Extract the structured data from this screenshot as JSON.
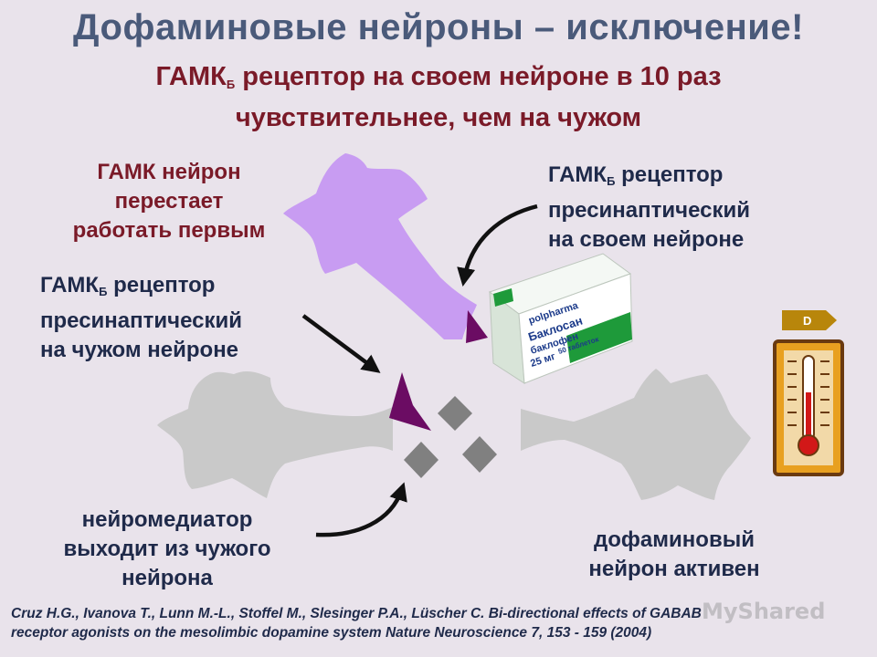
{
  "title": "Дофаминовые нейроны – исключение!",
  "subtitle": {
    "line1_a": "ГАМК",
    "line1_sub": "Б",
    "line1_b": " рецептор на своем нейроне в 10 раз",
    "line2": "чувствительнее, чем на чужом"
  },
  "labels": {
    "gaba_neuron": [
      "ГАМК нейрон",
      "перестает",
      "работать первым"
    ],
    "own_receptor": {
      "l1_a": "ГАМК",
      "l1_sub": "Б",
      "l1_b": " рецептор",
      "l2": "пресинаптический",
      "l3": "на своем нейроне"
    },
    "foreign_receptor": {
      "l1_a": "ГАМК",
      "l1_sub": "Б",
      "l1_b": " рецептор",
      "l2": "пресинаптический",
      "l3": "на чужом нейроне"
    },
    "neurotransmitter": [
      "нейромедиатор",
      "выходит из чужого",
      "нейрона"
    ],
    "dopamine_active": [
      "дофаминовый",
      "нейрон активен"
    ]
  },
  "drug_box": {
    "brand": "polpharma",
    "name": "Баклосан",
    "substance": "баклофен",
    "dose": "25 мг",
    "count": "50 таблеток"
  },
  "d_tag": "D",
  "citation": {
    "line1": "Cruz H.G., Ivanova T., Lunn M.-L., Stoffel M., Slesinger P.A., Lüscher C. Bi-directional effects of GABAB",
    "line2": "receptor agonists on the mesolimbic dopamine system Nature Neuroscience 7, 153 - 159 (2004)"
  },
  "watermark": "MyShared",
  "colors": {
    "background": "#e9e3eb",
    "title": "#4a5a7a",
    "accent_red": "#7a1a28",
    "text_navy": "#1f2a4a",
    "gaba_neuron": "#c89cf2",
    "grey_neuron": "#c9c9c9",
    "receptor": "#6b0c63",
    "neurotransmitter": "#808080",
    "thermo_frame": "#6a3a10",
    "thermo_fill": "#e8a020"
  }
}
